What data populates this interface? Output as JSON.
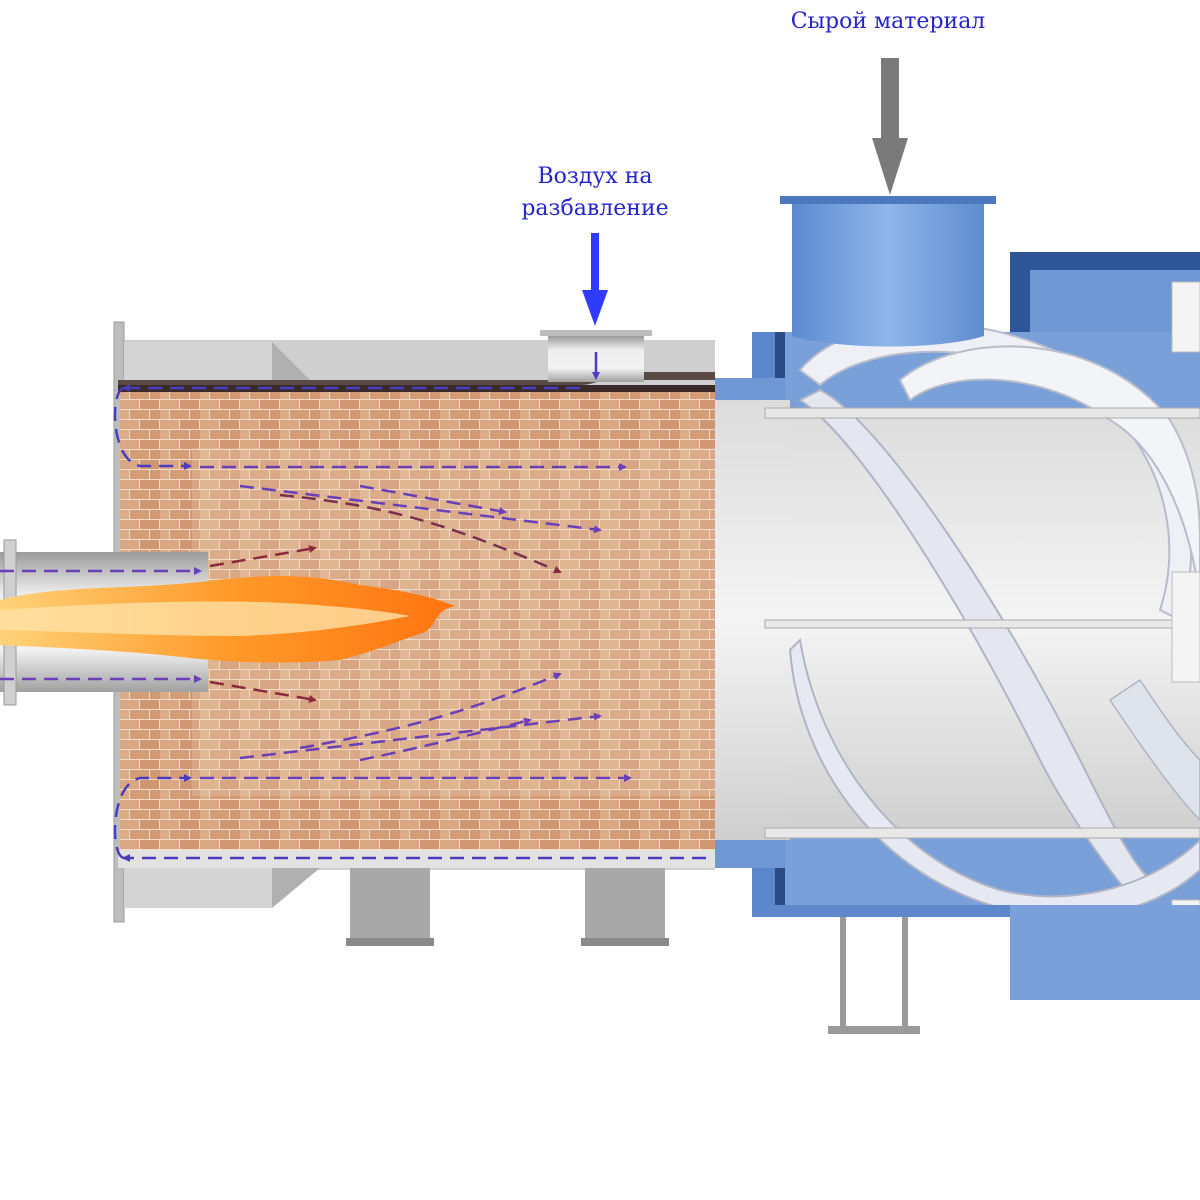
{
  "labels": {
    "raw_material": "Сырой материал",
    "dilution_air_line1": "Воздух на",
    "dilution_air_line2": "разбавление"
  },
  "colors": {
    "label_text": "#2424c8",
    "brick": "#d6a27c",
    "brick_mortar": "#eed5bf",
    "steel": "#c4c4c4",
    "drum_blue": "#6e98d6",
    "drum_dark_blue": "#2d4f8e",
    "flame": "#ff8a1c",
    "flow_arrow_purple": "#6a3fb8",
    "flow_arrow_red": "#8a2a3c",
    "air_arrow": "#2f3cff",
    "material_arrow": "#7a7a7a"
  },
  "icons": {
    "material_arrow": "down-arrow-icon",
    "air_arrow": "down-arrow-icon",
    "flow": "flow-arrow-icon",
    "flame": "flame-icon"
  }
}
